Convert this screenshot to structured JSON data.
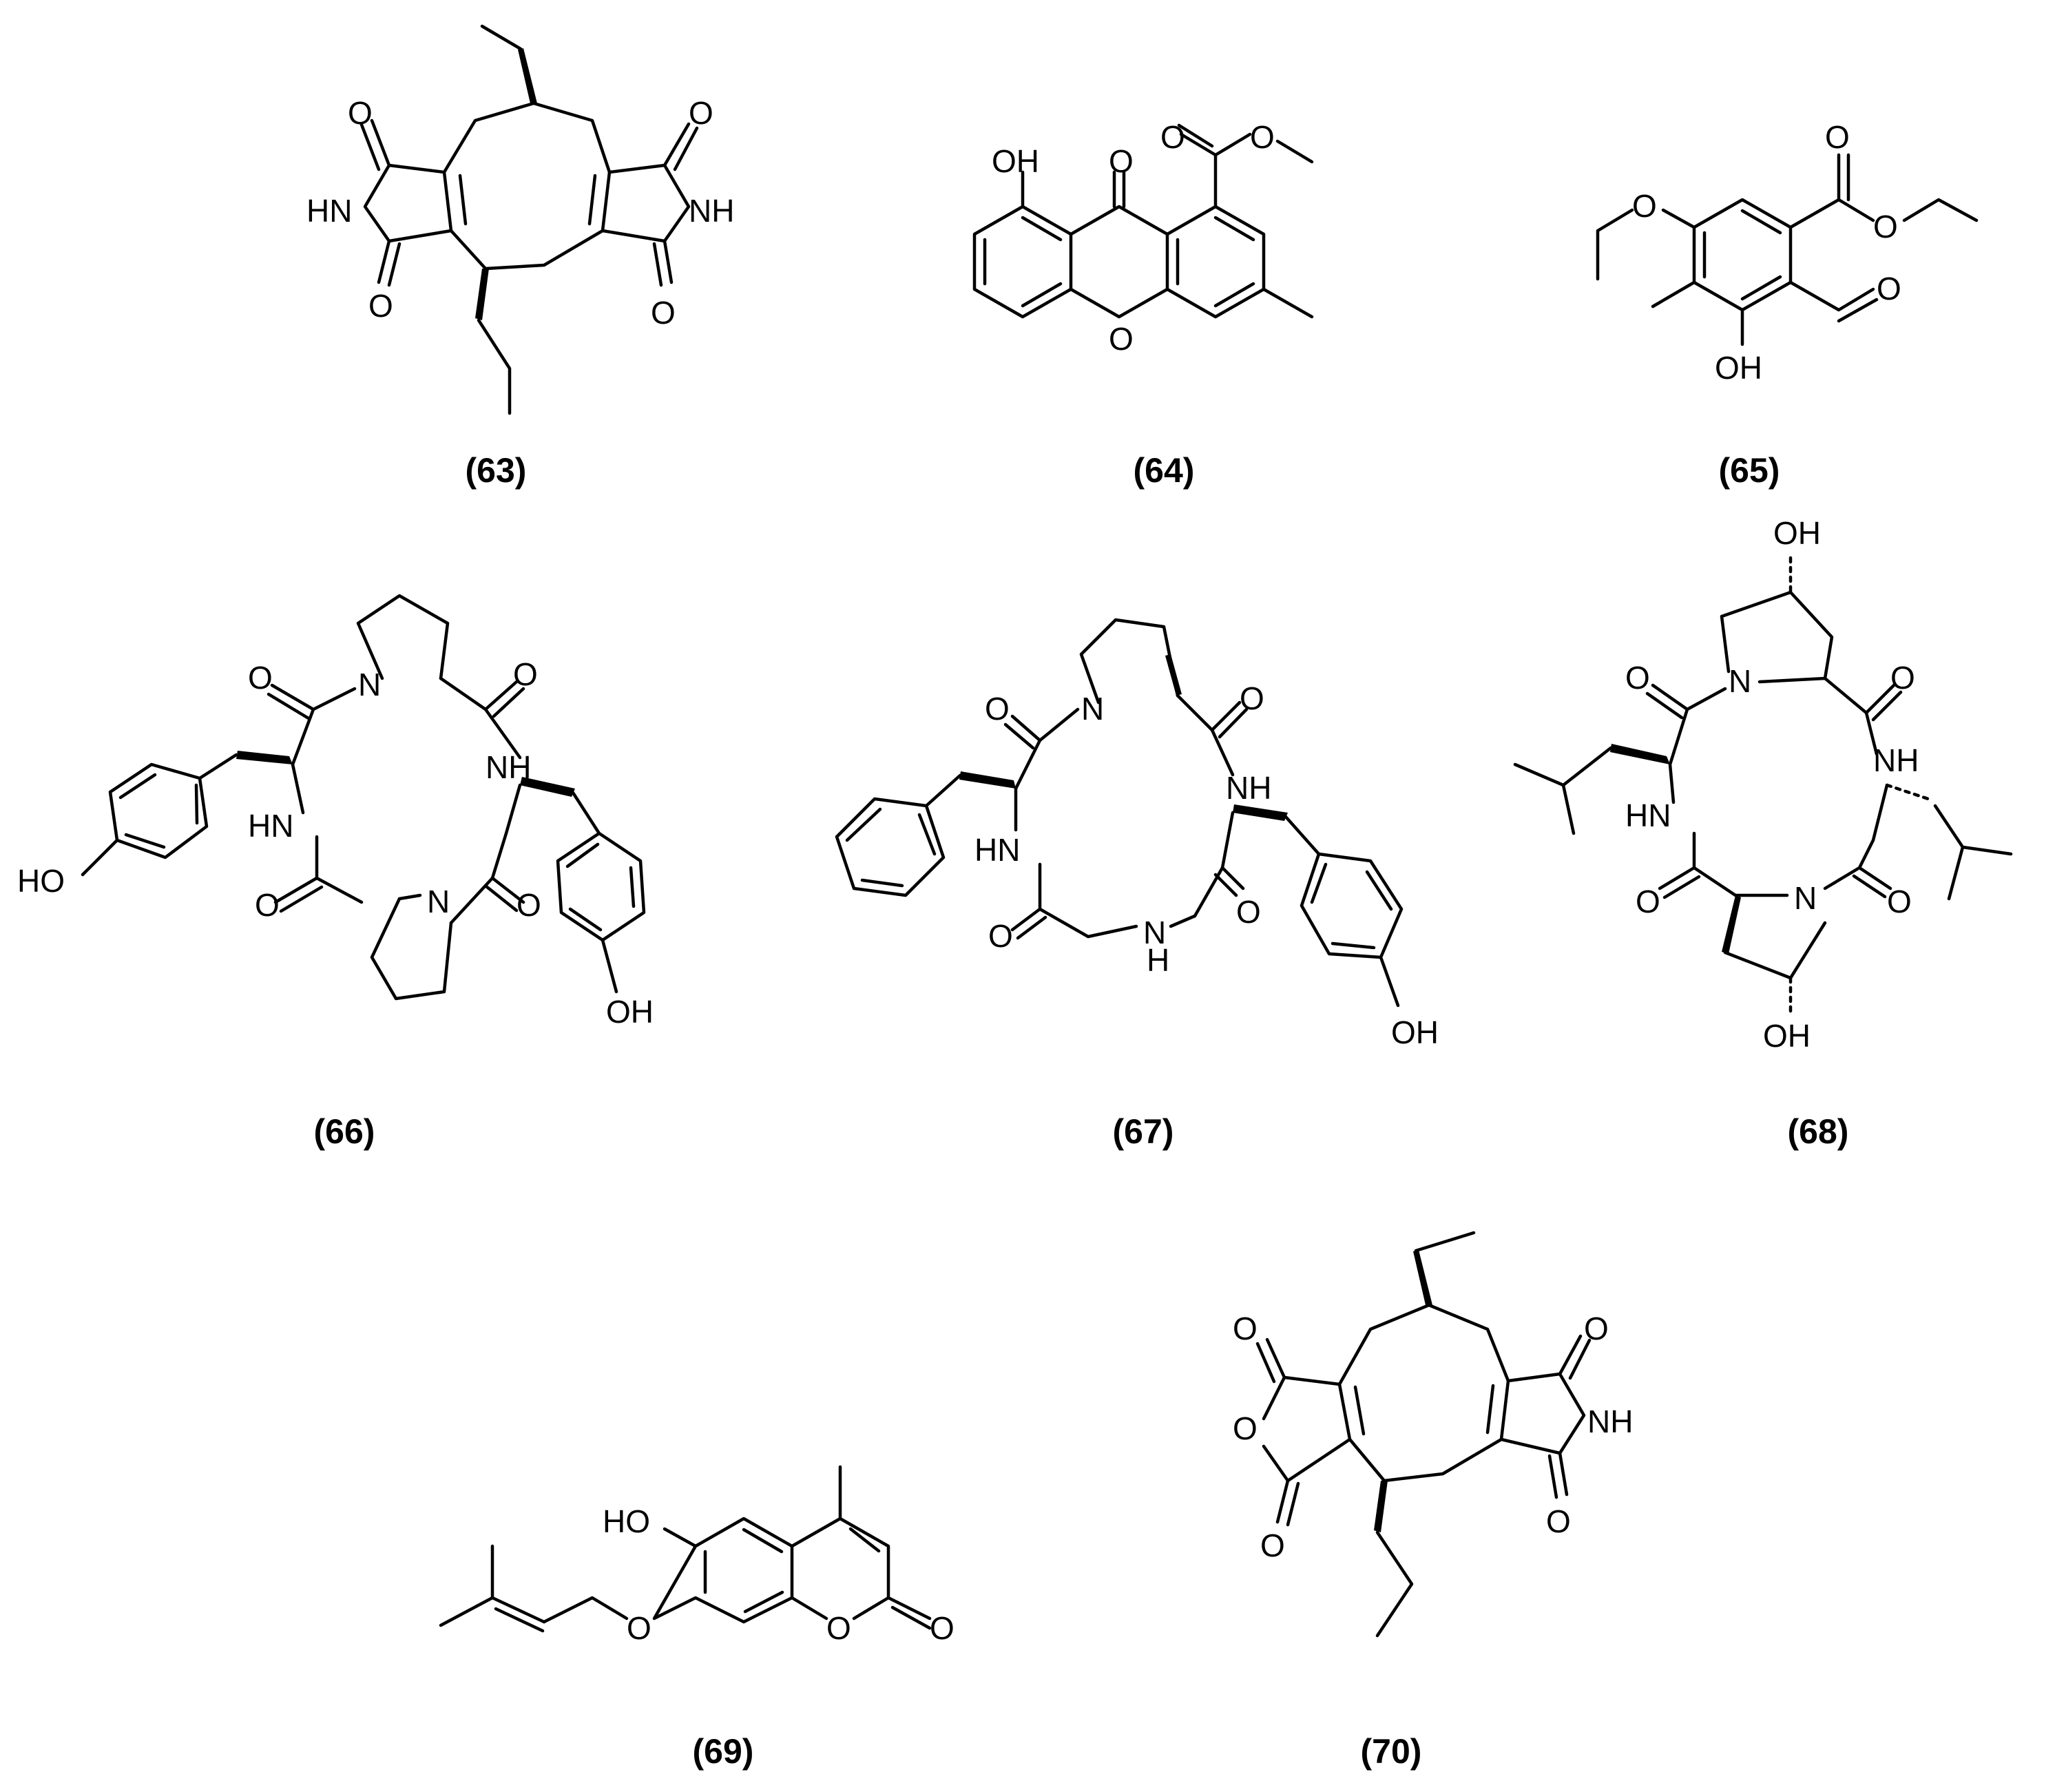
{
  "colors": {
    "ink": "#000000",
    "background": "#ffffff"
  },
  "compounds": [
    {
      "label": "(63)"
    },
    {
      "label": "(64)"
    },
    {
      "label": "(65)"
    },
    {
      "label": "(66)"
    },
    {
      "label": "(67)"
    },
    {
      "label": "(68)"
    },
    {
      "label": "(69)"
    },
    {
      "label": "(70)"
    }
  ],
  "atoms": {
    "O": "O",
    "N": "N",
    "NH": "NH",
    "HN": "HN",
    "OH": "OH",
    "HO": "HO",
    "H": "H"
  }
}
